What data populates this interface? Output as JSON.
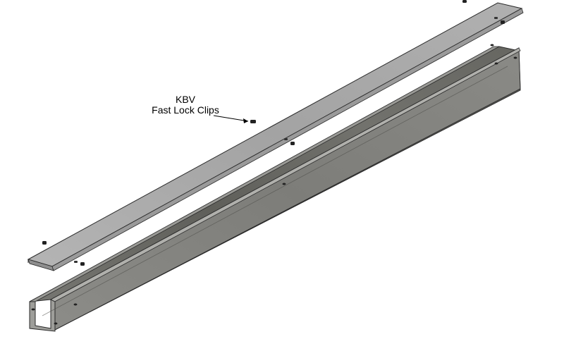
{
  "diagram": {
    "type": "exploded isometric assembly",
    "parts": [
      {
        "name": "cover",
        "description": "flat cable trunking lid with down-turned edges"
      },
      {
        "name": "trunking-base",
        "description": "U-channel cable trunking body"
      },
      {
        "name": "clips",
        "description": "fast lock clips"
      }
    ]
  },
  "callout": {
    "title": "KBV",
    "subtitle": "Fast Lock Clips"
  },
  "colors": {
    "background": "#ffffff",
    "cover_face": "#a8a8a8",
    "channel_inner": "#6f6f6a",
    "channel_wall": "#8a8a86",
    "outline": "#2a2a2a"
  }
}
